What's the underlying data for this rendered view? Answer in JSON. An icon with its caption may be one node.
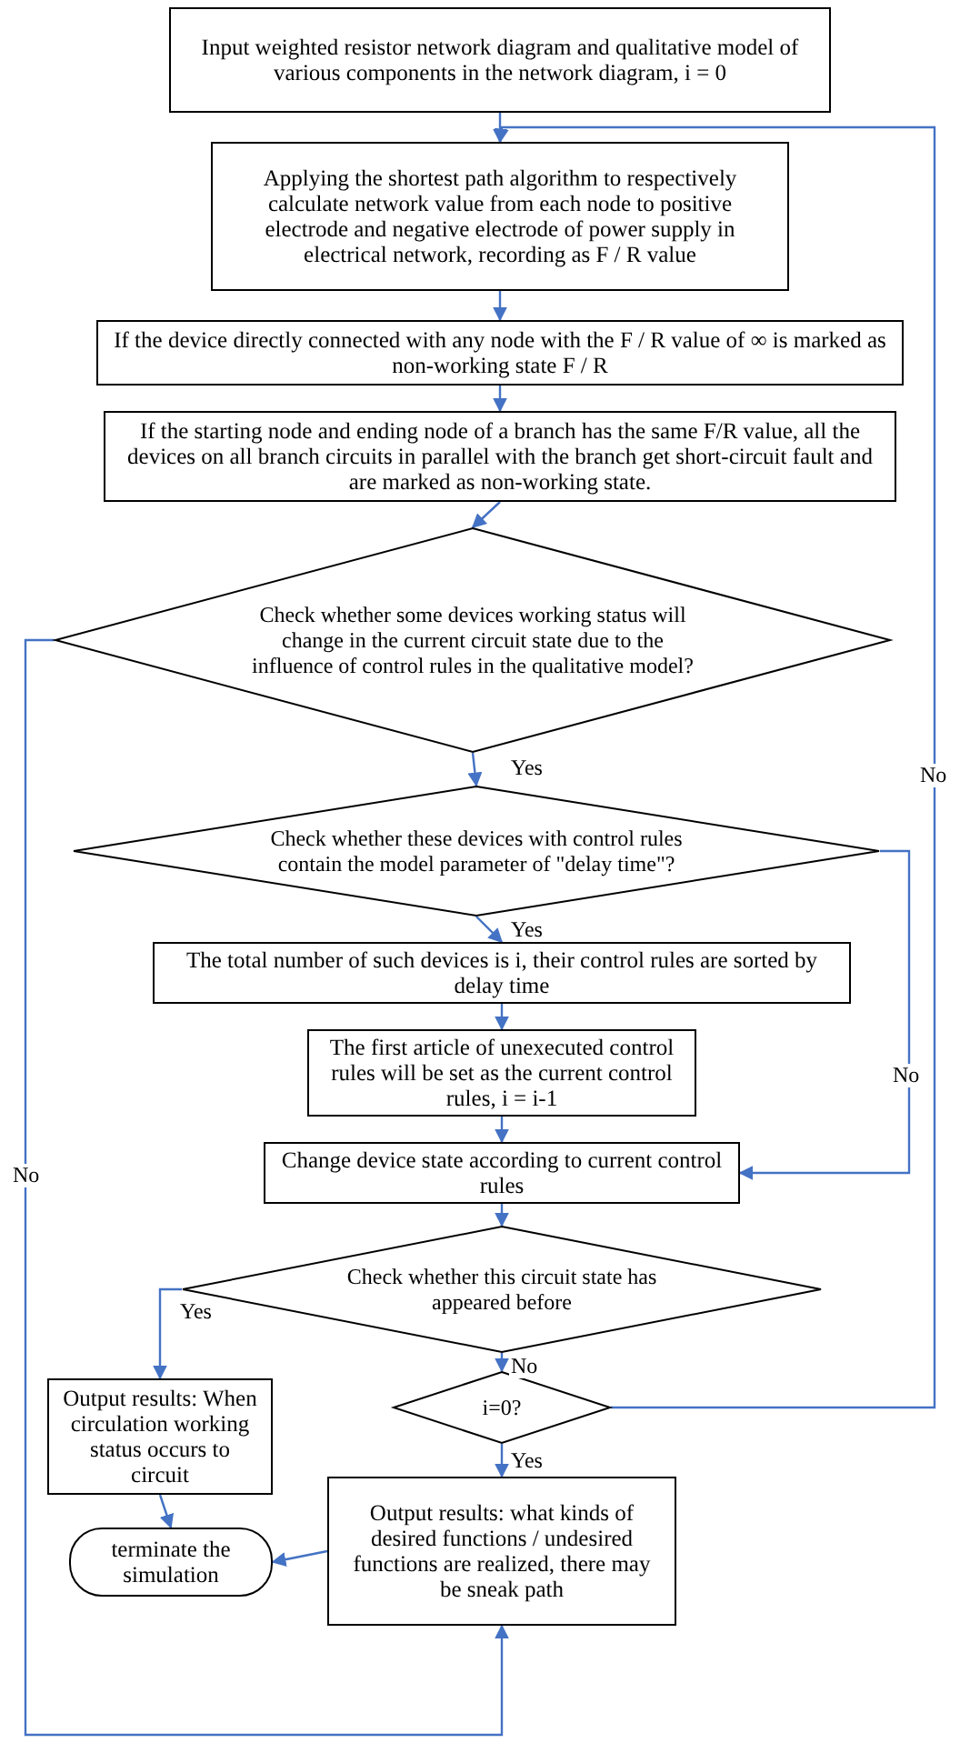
{
  "diagram": {
    "nodes": [
      {
        "text": [
          "Input weighted resistor network diagram and qualitative model of various components in the network diagram, i = 0"
        ]
      },
      {
        "text": [
          "Applying the shortest path algorithm to respectively calculate network value from each node to positive electrode and negative electrode of power supply in electrical network, recording as F / R value"
        ]
      },
      {
        "text": [
          "If the device directly connected with any node with the F / R value of ∞ is marked as non-working state F / R"
        ]
      },
      {
        "text": [
          "If the starting node and ending node of a branch has the same F/R value, all the devices on all branch circuits in parallel with the branch get short-circuit fault and are marked as non-working state."
        ]
      },
      {
        "text": [
          "Check whether some devices working status will change in the current circuit state due to the influence of control rules in the qualitative model?"
        ]
      },
      {
        "text": [
          "Check whether these devices with control rules contain the model parameter of \"delay time\"?"
        ]
      },
      {
        "text": [
          "The total number of such devices is i, their control rules are sorted by delay time"
        ]
      },
      {
        "text": [
          "The first article of unexecuted control rules will be set as the current control rules, i = i-1"
        ]
      },
      {
        "text": [
          "Change device state according to current control rules"
        ]
      },
      {
        "text": [
          "Check whether this circuit state has appeared before"
        ]
      },
      {
        "text": [
          "Output results: When circulation working status occurs to circuit"
        ]
      },
      {
        "text": [
          "i=0?"
        ]
      },
      {
        "text": [
          "Output results: what kinds of desired functions / undesired functions are realized, there may be sneak path"
        ]
      },
      {
        "text": [
          "terminate the simulation"
        ]
      }
    ],
    "edges": [
      {
        "from": 0,
        "to": 1,
        "arrow": "to"
      },
      {
        "from": 1,
        "to": 2,
        "arrow": "to"
      },
      {
        "from": 2,
        "to": 3,
        "arrow": "to"
      },
      {
        "from": 3,
        "to": 4,
        "arrow": "to"
      },
      {
        "from": 4,
        "to": 5,
        "arrow": "to",
        "label": "Yes"
      },
      {
        "from": 5,
        "to": 6,
        "arrow": "to",
        "label": "Yes"
      },
      {
        "from": 6,
        "to": 7,
        "arrow": "to"
      },
      {
        "from": 7,
        "to": 8,
        "arrow": "to"
      },
      {
        "from": 5,
        "to": 8,
        "arrow": "to",
        "label": "No"
      },
      {
        "from": 8,
        "to": 9,
        "arrow": "to"
      },
      {
        "from": 9,
        "to": 10,
        "arrow": "to",
        "label": "Yes"
      },
      {
        "from": 9,
        "to": 11,
        "arrow": "to",
        "label": "No"
      },
      {
        "from": 11,
        "to": 12,
        "arrow": "to",
        "label": "Yes"
      },
      {
        "from": 11,
        "to": 1,
        "arrow": "to",
        "label": "No"
      },
      {
        "from": 10,
        "to": 13,
        "arrow": "to"
      },
      {
        "from": 12,
        "to": 13,
        "arrow": "to"
      },
      {
        "from": 4,
        "to": 12,
        "arrow": "to",
        "label": "No"
      }
    ]
  }
}
